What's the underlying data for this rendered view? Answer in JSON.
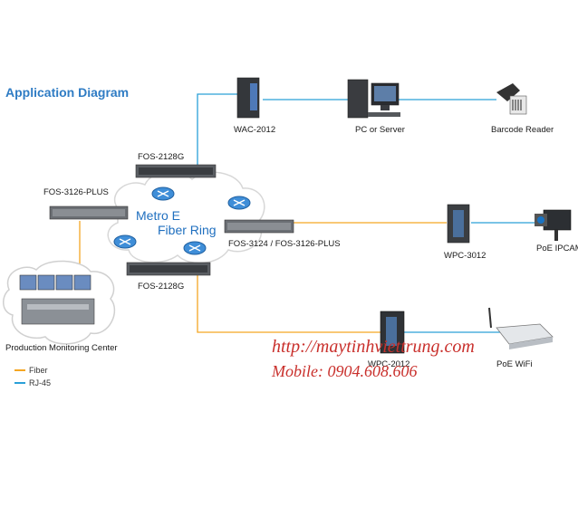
{
  "title": "Application Diagram",
  "ring": {
    "line1": "Metro E",
    "line2": "Fiber Ring"
  },
  "devices": {
    "wac_2012": "WAC-2012",
    "pc_server": "PC or Server",
    "barcode": "Barcode Reader",
    "fos_2128g_top": "FOS-2128G",
    "fos_3126_plus": "FOS-3126-PLUS",
    "fos_3124": "FOS-3124 / FOS-3126-PLUS",
    "wpc_3012": "WPC-3012",
    "poe_ipcam": "PoE IPCAM",
    "fos_2128g_bottom": "FOS-2128G",
    "production": "Production Monitoring Center",
    "wpc_2012": "WPC-2012",
    "poe_wifi": "PoE WiFi"
  },
  "legend": {
    "fiber": "Fiber",
    "rj45": "RJ-45"
  },
  "colors": {
    "fiber": "#f5a623",
    "rj45": "#2aa0d8",
    "title": "#2f7cc4",
    "watermark": "#c9302c"
  },
  "watermark": {
    "url": "http://maytinhviettrung.com",
    "mobile": "Mobile: 0904.608.606"
  }
}
